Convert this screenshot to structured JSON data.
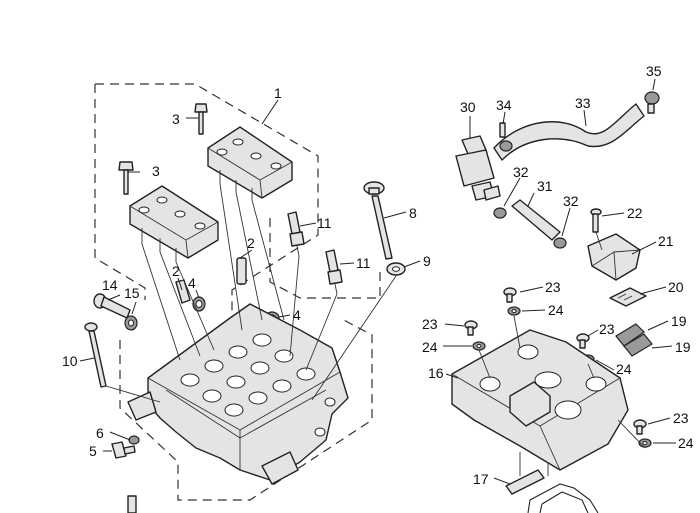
{
  "diagram": {
    "callouts": [
      {
        "id": "c1",
        "label": "1"
      },
      {
        "id": "c2a",
        "label": "2"
      },
      {
        "id": "c2b",
        "label": "2"
      },
      {
        "id": "c3a",
        "label": "3"
      },
      {
        "id": "c3b",
        "label": "3"
      },
      {
        "id": "c4a",
        "label": "4"
      },
      {
        "id": "c4b",
        "label": "4"
      },
      {
        "id": "c5",
        "label": "5"
      },
      {
        "id": "c6",
        "label": "6"
      },
      {
        "id": "c8",
        "label": "8"
      },
      {
        "id": "c9",
        "label": "9"
      },
      {
        "id": "c10",
        "label": "10"
      },
      {
        "id": "c11a",
        "label": "11"
      },
      {
        "id": "c11b",
        "label": "11"
      },
      {
        "id": "c14",
        "label": "14"
      },
      {
        "id": "c15",
        "label": "15"
      },
      {
        "id": "c16",
        "label": "16"
      },
      {
        "id": "c17",
        "label": "17"
      },
      {
        "id": "c19a",
        "label": "19"
      },
      {
        "id": "c19b",
        "label": "19"
      },
      {
        "id": "c20",
        "label": "20"
      },
      {
        "id": "c21",
        "label": "21"
      },
      {
        "id": "c22",
        "label": "22"
      },
      {
        "id": "c23a",
        "label": "23"
      },
      {
        "id": "c23b",
        "label": "23"
      },
      {
        "id": "c23c",
        "label": "23"
      },
      {
        "id": "c23d",
        "label": "23"
      },
      {
        "id": "c24a",
        "label": "24"
      },
      {
        "id": "c24b",
        "label": "24"
      },
      {
        "id": "c24c",
        "label": "24"
      },
      {
        "id": "c24d",
        "label": "24"
      },
      {
        "id": "c30",
        "label": "30"
      },
      {
        "id": "c31",
        "label": "31"
      },
      {
        "id": "c32a",
        "label": "32"
      },
      {
        "id": "c32b",
        "label": "32"
      },
      {
        "id": "c33",
        "label": "33"
      },
      {
        "id": "c34",
        "label": "34"
      },
      {
        "id": "c35",
        "label": "35"
      }
    ]
  }
}
